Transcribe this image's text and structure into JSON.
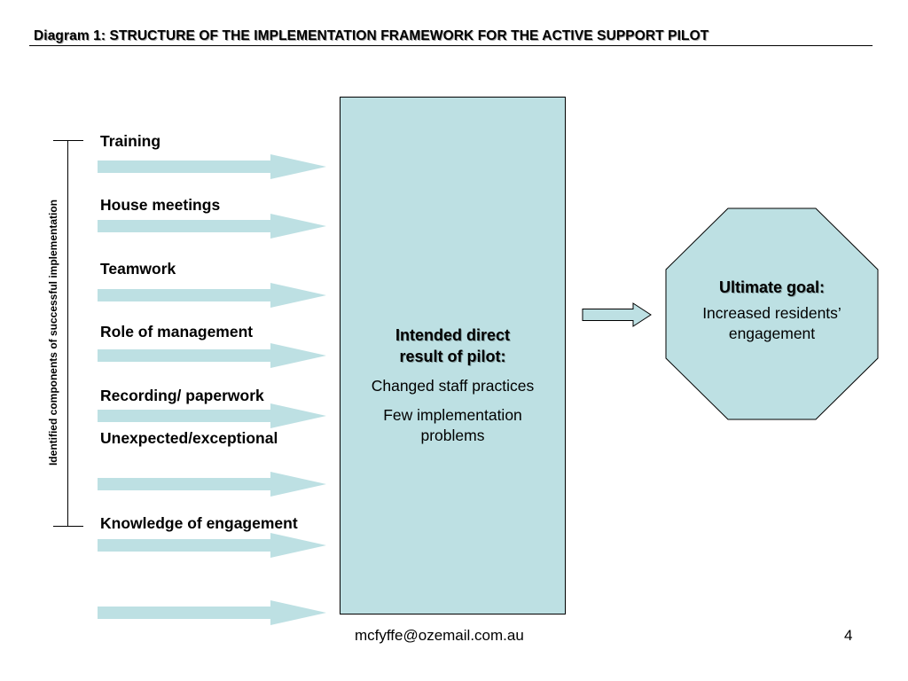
{
  "title": "Diagram 1: STRUCTURE OF THE IMPLEMENTATION FRAMEWORK FOR THE ACTIVE SUPPORT PILOT",
  "components": {
    "vertical_label": "Identified components of successful implementation",
    "items": [
      "Training",
      "House meetings",
      "Teamwork",
      "Role of management",
      "Recording/ paperwork",
      "Unexpected/exceptional",
      "Knowledge of engagement"
    ]
  },
  "result": {
    "heading_line1": "Intended direct",
    "heading_line2": "result of pilot:",
    "items": [
      "Changed staff practices",
      "Few implementation problems"
    ]
  },
  "goal": {
    "heading": "Ultimate goal:",
    "body": "Increased residents’ engagement"
  },
  "footer": {
    "email": "mcfyffe@ozemail.com.au",
    "page": "4"
  },
  "colors": {
    "fill": "#bde0e3",
    "stroke": "#000000"
  }
}
